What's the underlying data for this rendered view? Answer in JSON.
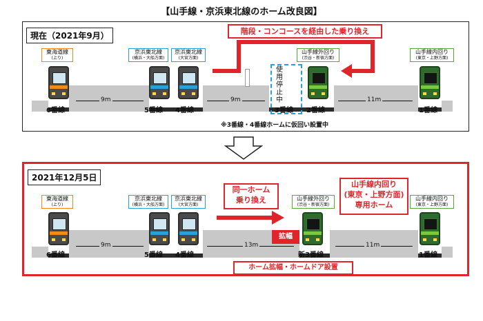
{
  "title": "【山手線・京浜東北線のホーム改良図】",
  "current": {
    "heading": "現在（2021年9月）",
    "transfer_label": "階段・コンコースを経由した乗り換え",
    "signs": {
      "tokaido": {
        "name": "東海道線",
        "sub": "(上り)"
      },
      "keihin_yokohama": {
        "name": "京浜東北線",
        "sub": "(横浜・大船方面)"
      },
      "keihin_omiya": {
        "name": "京浜東北線",
        "sub": "(大宮方面)"
      },
      "yamanote_outer": {
        "name": "山手線外回り",
        "sub": "(渋谷・新宿方面)"
      },
      "yamanote_inner": {
        "name": "山手線内回り",
        "sub": "(東京・上野方面)"
      }
    },
    "tracks": {
      "t6": "6番線",
      "t5": "5番線",
      "t4": "4番線",
      "t3": "3番線",
      "t2": "2番線",
      "t1": "1番線"
    },
    "suspended": "使用停止中",
    "distances": {
      "d1": "9m",
      "d2": "9m",
      "d3": "11m"
    },
    "note": "※3番線・4番線ホームに仮回い設置中"
  },
  "future": {
    "heading": "2021年12月5日",
    "transfer_label_line1": "同一ホーム",
    "transfer_label_line2": "乗り換え",
    "inner_label_line1": "山手線内回り",
    "inner_label_line2": "(東京・上野方面)",
    "inner_label_line3": "専用ホーム",
    "expansion": "拡幅",
    "tracks": {
      "t6": "6番線",
      "t5": "5番線",
      "t4": "4番線",
      "new3": "新3番線",
      "t1": "1番線"
    },
    "distances": {
      "d1": "9m",
      "d2": "13m",
      "d3": "11m"
    },
    "bottom_label": "ホーム拡幅・ホームドア設置"
  },
  "colors": {
    "red": "#e0252a",
    "yamanote_green": "#7ac943",
    "keihin_blue": "#2aa0d8",
    "tokaido_orange": "#f08a1a"
  }
}
